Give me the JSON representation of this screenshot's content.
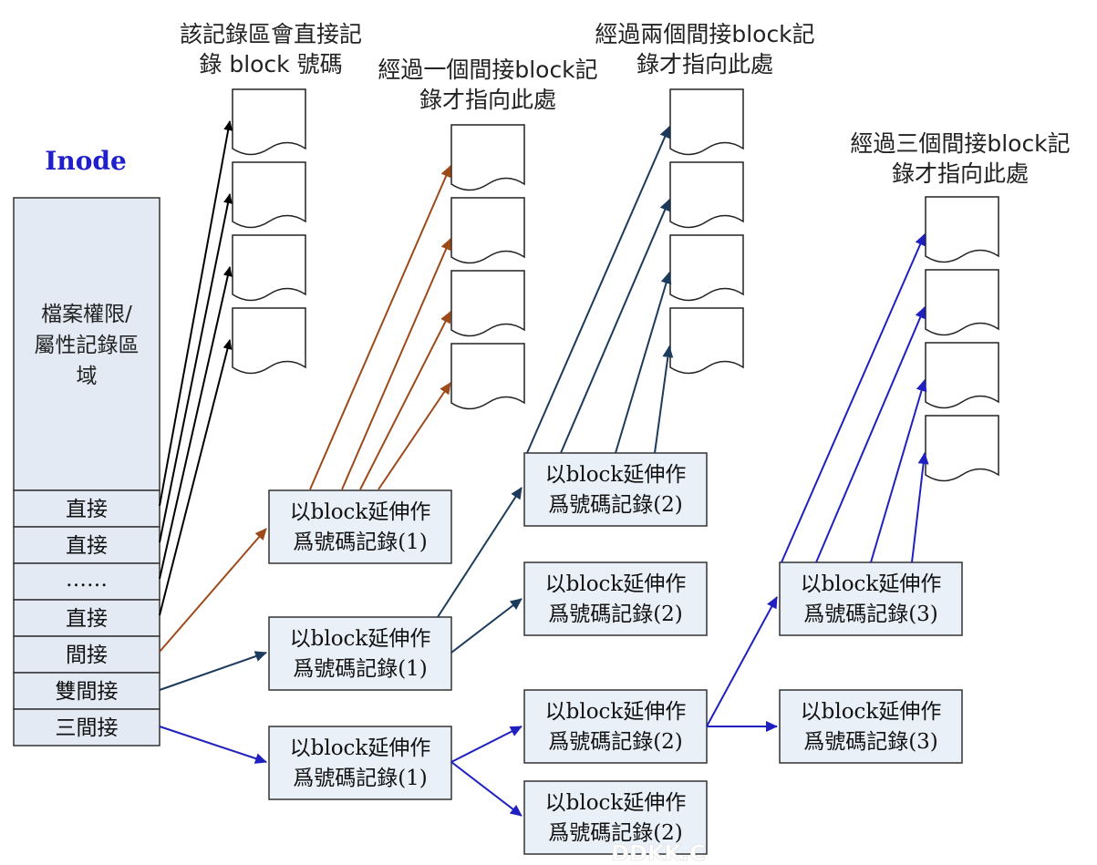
{
  "inode": {
    "title": "Inode",
    "attributes_lines": [
      "檔案權限/",
      "屬性記錄區",
      "域"
    ],
    "cells": [
      "直接",
      "直接",
      "……",
      "直接",
      "間接",
      "雙間接",
      "三間接"
    ]
  },
  "labels": {
    "direct": [
      "該記錄區會直接記",
      "錄 block 號碼"
    ],
    "indirect": [
      "經過一個間接block記",
      "錄才指向此處"
    ],
    "double": [
      "經過兩個間接block記",
      "錄才指向此處"
    ],
    "triple": [
      "經過三個間接block記",
      "錄才指向此處"
    ]
  },
  "record_boxes": {
    "line1": "以block延伸作",
    "level1": "爲號碼記錄(1)",
    "level2": "爲號碼記錄(2)",
    "level3": "爲號碼記錄(3)"
  },
  "watermark": "DDKK.C",
  "colors": {
    "direct_arrow": "#000000",
    "indirect_arrow": "#9c4a1a",
    "double_arrow": "#1b3a5c",
    "triple_arrow": "#2020c0",
    "box_fill": "#eaf0f8",
    "inode_fill": "#e3eaf3",
    "title": "#1f1fcc"
  }
}
